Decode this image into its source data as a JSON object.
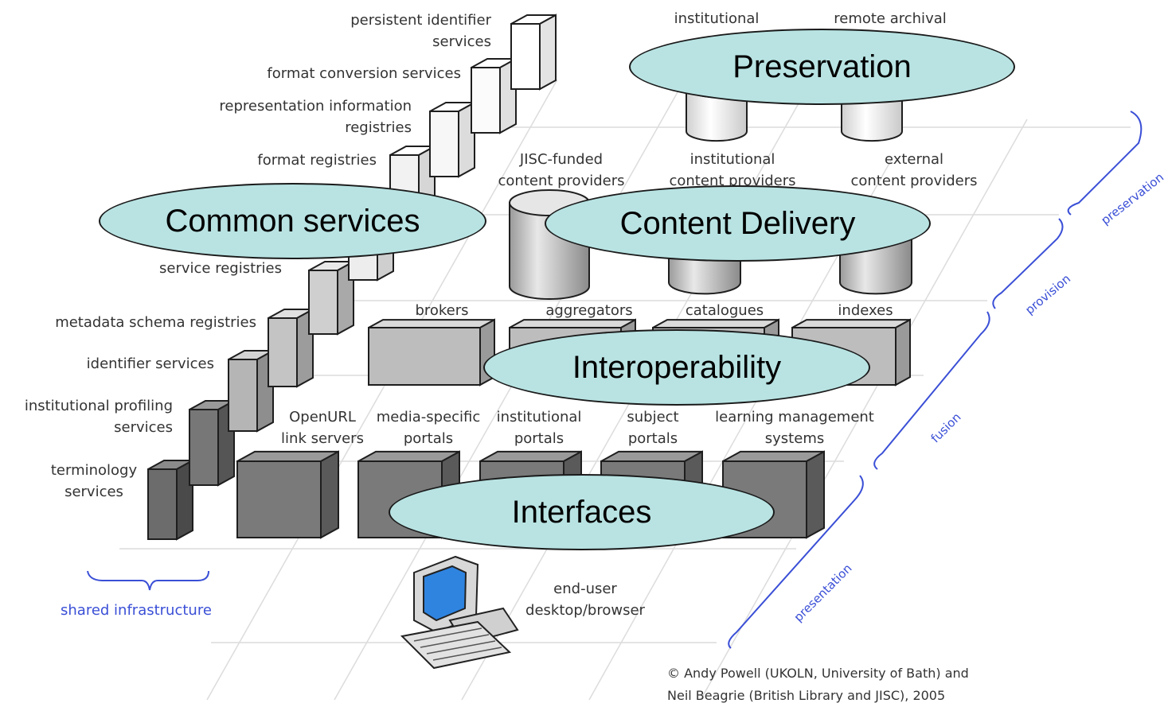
{
  "diagram": {
    "layers": {
      "preservation": "Preservation",
      "common_services": "Common services",
      "content_delivery": "Content Delivery",
      "interoperability": "Interoperability",
      "interfaces": "Interfaces"
    },
    "shared_services": [
      {
        "key": "persistent",
        "lines": [
          "persistent identifier",
          "services"
        ]
      },
      {
        "key": "format-conversion",
        "lines": [
          "format conversion services"
        ]
      },
      {
        "key": "representation",
        "lines": [
          "representation information",
          "registries"
        ]
      },
      {
        "key": "format-registries",
        "lines": [
          "format registries"
        ]
      },
      {
        "key": "service-registries",
        "lines": [
          "service registries"
        ]
      },
      {
        "key": "metadata-schema",
        "lines": [
          "metadata schema registries"
        ]
      },
      {
        "key": "identifier",
        "lines": [
          "identifier services"
        ]
      },
      {
        "key": "institutional-profiling",
        "lines": [
          "institutional profiling",
          "services"
        ]
      },
      {
        "key": "terminology",
        "lines": [
          "terminology",
          "services"
        ]
      }
    ],
    "preservation_items": [
      "institutional",
      "remote archival"
    ],
    "provision_items": [
      {
        "lines": [
          "JISC-funded",
          "content providers"
        ]
      },
      {
        "lines": [
          "institutional",
          "content providers"
        ]
      },
      {
        "lines": [
          "external",
          "content providers"
        ]
      }
    ],
    "fusion_items": [
      "brokers",
      "aggregators",
      "catalogues",
      "indexes"
    ],
    "presentation_items": [
      {
        "lines": [
          "OpenURL",
          "link servers"
        ]
      },
      {
        "lines": [
          "media-specific",
          "portals"
        ]
      },
      {
        "lines": [
          "institutional",
          "portals"
        ]
      },
      {
        "lines": [
          "subject",
          "portals"
        ]
      },
      {
        "lines": [
          "learning management",
          "systems"
        ]
      }
    ],
    "end_user": [
      "end-user",
      "desktop/browser"
    ],
    "shared_infrastructure": "shared infrastructure",
    "side_labels": [
      "preservation",
      "provision",
      "fusion",
      "presentation"
    ],
    "credit": [
      "© Andy Powell (UKOLN, University of Bath) and",
      "Neil Beagrie (British Library and JISC), 2005"
    ]
  }
}
